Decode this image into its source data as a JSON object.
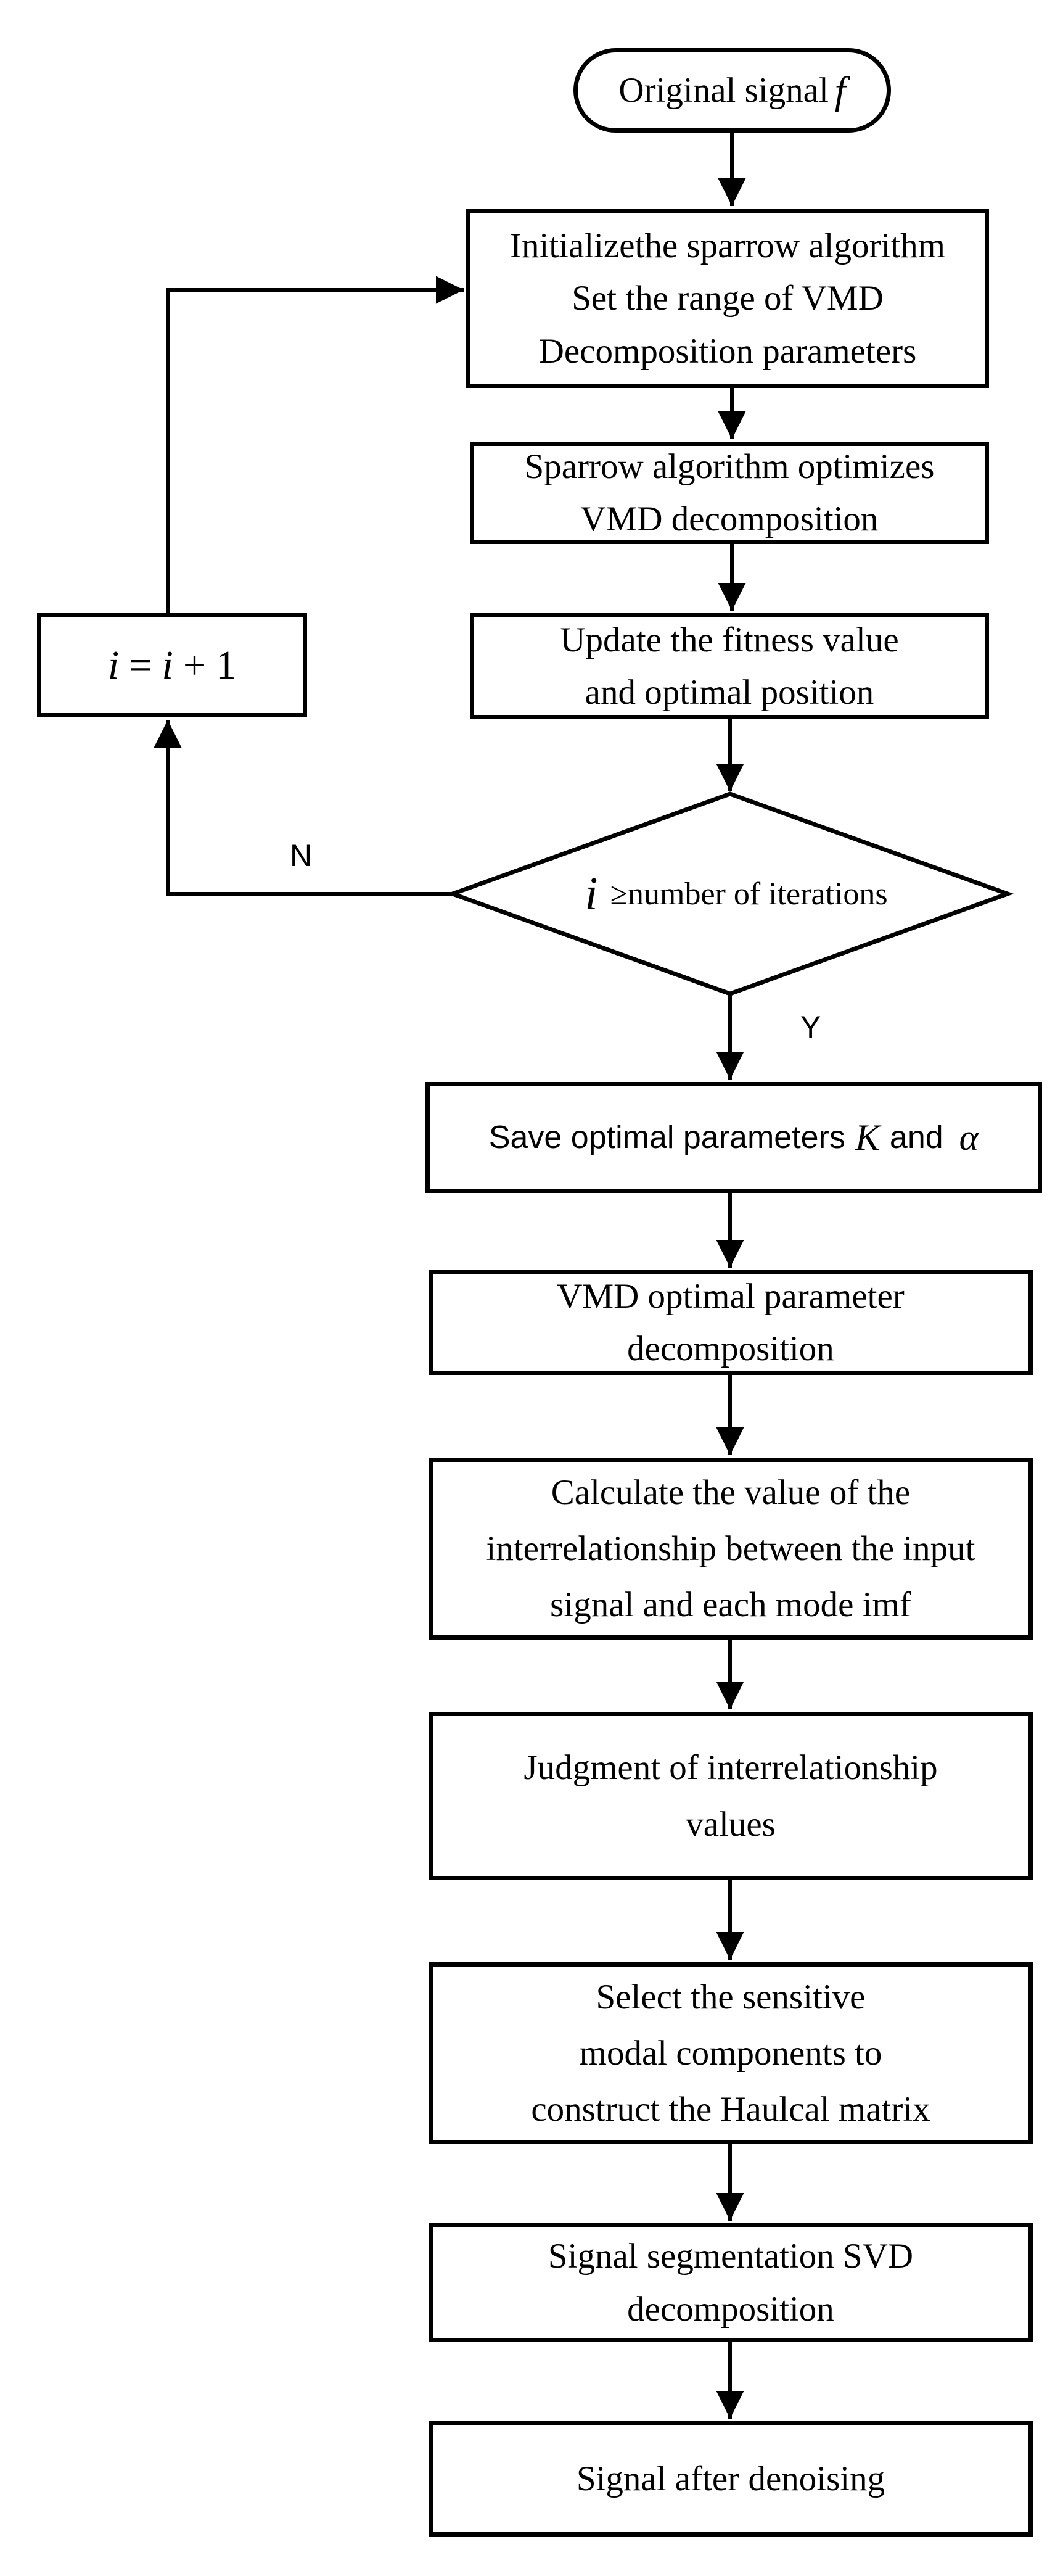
{
  "flowchart": {
    "start": {
      "text": "Original signal",
      "var": "f"
    },
    "nodes": {
      "init": {
        "line1": "Initializethe sparrow algorithm",
        "line2": "Set the range of VMD",
        "line3": "Decomposition parameters"
      },
      "optimize": {
        "line1": "Sparrow algorithm optimizes",
        "line2": "VMD decomposition"
      },
      "update": {
        "line1": "Update the fitness value",
        "line2": "and optimal position"
      },
      "increment": {
        "var1": "i",
        "op1": "=",
        "var2": "i",
        "op2": "+",
        "num": "1"
      },
      "decision": {
        "var": "i",
        "text": "≥number of iterations"
      },
      "save": {
        "text1": "Save optimal parameters",
        "var1": "K",
        "text2": "and",
        "var2": "α"
      },
      "vmd": {
        "line1": "VMD optimal parameter",
        "line2": "decomposition"
      },
      "calc": {
        "line1": "Calculate the value of the",
        "line2": "interrelationship between the input",
        "line3": "signal and each mode imf"
      },
      "judge": {
        "line1": "Judgment of interrelationship",
        "line2": "values"
      },
      "select": {
        "line1": "Select the sensitive",
        "line2": "modal components to",
        "line3": "construct the Haulcal matrix"
      },
      "svd": {
        "line1": "Signal segmentation SVD",
        "line2": "decomposition"
      },
      "denoise": {
        "line1": "Signal after denoising"
      }
    },
    "branch_labels": {
      "no": "N",
      "yes": "Y"
    },
    "colors": {
      "stroke": "#000000",
      "fill": "#ffffff"
    }
  }
}
